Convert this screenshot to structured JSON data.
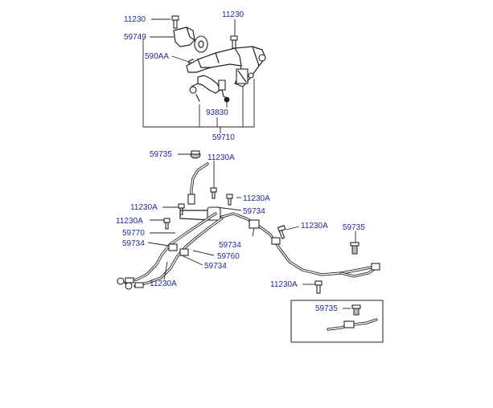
{
  "labels": {
    "top_11230_left": "11230",
    "top_11230_right": "11230",
    "top_59749": "59749",
    "top_590AA": "590AA",
    "top_93830": "93830",
    "top_59710": "59710",
    "mid_59735": "59735",
    "mid_11230A_a": "11230A",
    "mid_11230A_b": "11230A",
    "mid_11230A_c": "11230A",
    "mid_59734_a": "59734",
    "mid_11230A_d": "11230A",
    "mid_59770": "59770",
    "mid_59734_b": "59734",
    "mid_59734_c": "59734",
    "mid_59760": "59760",
    "mid_59734_d": "59734",
    "mid_11230A_e": "11230A",
    "right_11230A": "11230A",
    "right_59735": "59735",
    "bottom_11230A": "11230A",
    "inset_59735": "59735"
  },
  "colors": {
    "label": "#1f2a9a",
    "line": "#222222"
  }
}
